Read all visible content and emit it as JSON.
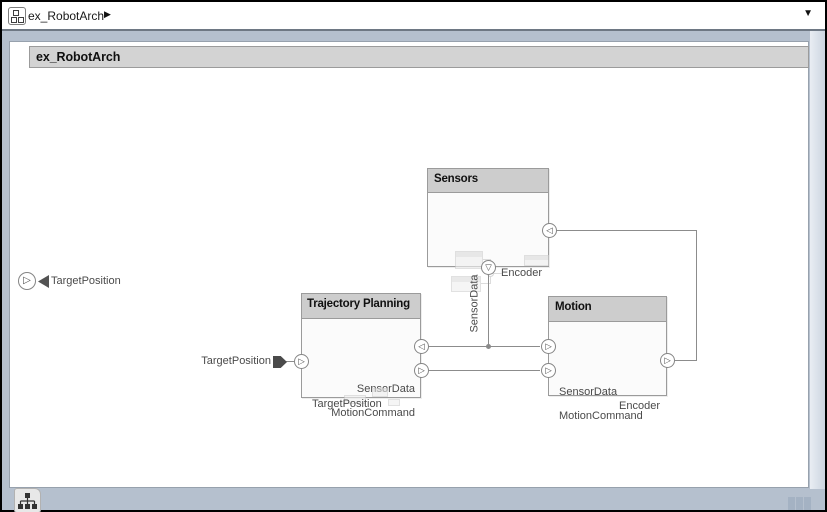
{
  "breadcrumb": {
    "title": "ex_RobotArch",
    "caret": "▶",
    "dropdown": "▼"
  },
  "architecture": {
    "title": "ex_RobotArch"
  },
  "components": {
    "sensors": {
      "title": "Sensors",
      "encoder_port": "Encoder"
    },
    "trajectory_planning": {
      "title": "Trajectory Planning",
      "sensor_data_port": "SensorData",
      "target_position_port": "TargetPosition",
      "motion_command_port": "MotionCommand"
    },
    "motion": {
      "title": "Motion",
      "sensor_data_port": "SensorData",
      "motion_command_port": "MotionCommand",
      "encoder_port": "Encoder"
    }
  },
  "external_ports": {
    "boundary_input_label": "TargetPosition",
    "source_feed_label": "TargetPosition"
  },
  "connections": {
    "sensor_data_label": "SensorData"
  },
  "icons": {
    "triangle_right": "▷",
    "triangle_left": "◁",
    "triangle_down": "▽"
  },
  "colors": {
    "chrome": "#b5c0ce",
    "arch_header_fill": "#d3d3d3",
    "block_header_fill": "#cdcdcd",
    "connector": "#8c8c8c"
  }
}
